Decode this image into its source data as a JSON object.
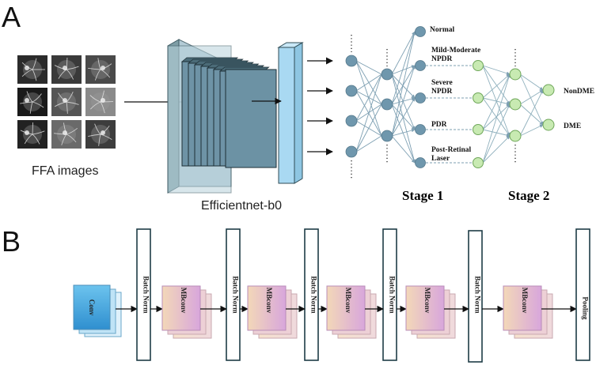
{
  "panels": {
    "a": "A",
    "b": "B"
  },
  "labels": {
    "ffa_images": "FFA images",
    "backbone": "Efficientnet-b0",
    "stage1": "Stage 1",
    "stage2": "Stage 2"
  },
  "stage1_classes": [
    {
      "lines": [
        "Normal"
      ]
    },
    {
      "lines": [
        "Mild-Moderate",
        "NPDR"
      ]
    },
    {
      "lines": [
        "Severe",
        "NPDR"
      ]
    },
    {
      "lines": [
        "PDR"
      ]
    },
    {
      "lines": [
        "Post-Retinal",
        "Laser"
      ]
    }
  ],
  "stage2_classes": [
    "NonDME",
    "DME"
  ],
  "pipeline_b": {
    "conv": "Conv",
    "batch_norm": "Batch Norm",
    "mbconv": "MBconv",
    "pooling": "Pooling"
  },
  "colors": {
    "node_blue": "#6f97ad",
    "node_green": "#c8eab2",
    "conv_blue": "#3ea3db",
    "mbconv_pink": "#d9a9d8"
  }
}
